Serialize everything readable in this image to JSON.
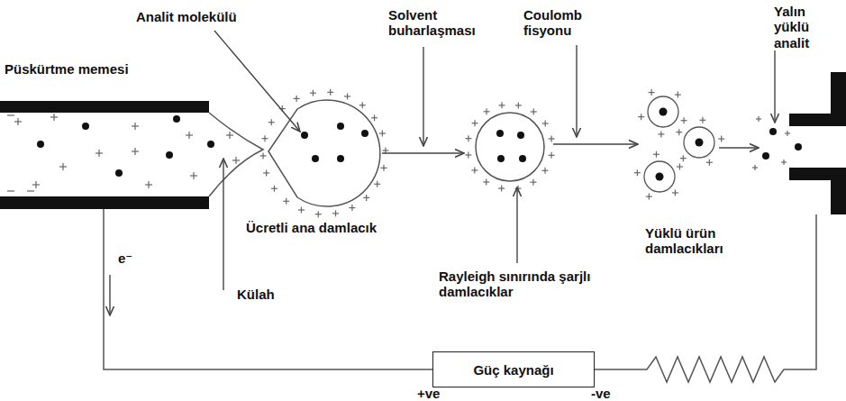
{
  "diagram": {
    "nodes": [
      {
        "text": [
          "Güç kaynağı"
        ]
      }
    ],
    "labels": [
      "Analit molekülü",
      "Püskürtme memesi",
      "Solvent buharlaşması",
      "Coulomb fisyonu",
      "Yalın yüklü analit",
      "Ücretli ana damlacık",
      "Rayleigh sınırında şarjlı damlacıklar",
      "Yüklü ürün damlacıkları",
      "Külah",
      "e⁻",
      "+ve",
      "-ve"
    ]
  }
}
